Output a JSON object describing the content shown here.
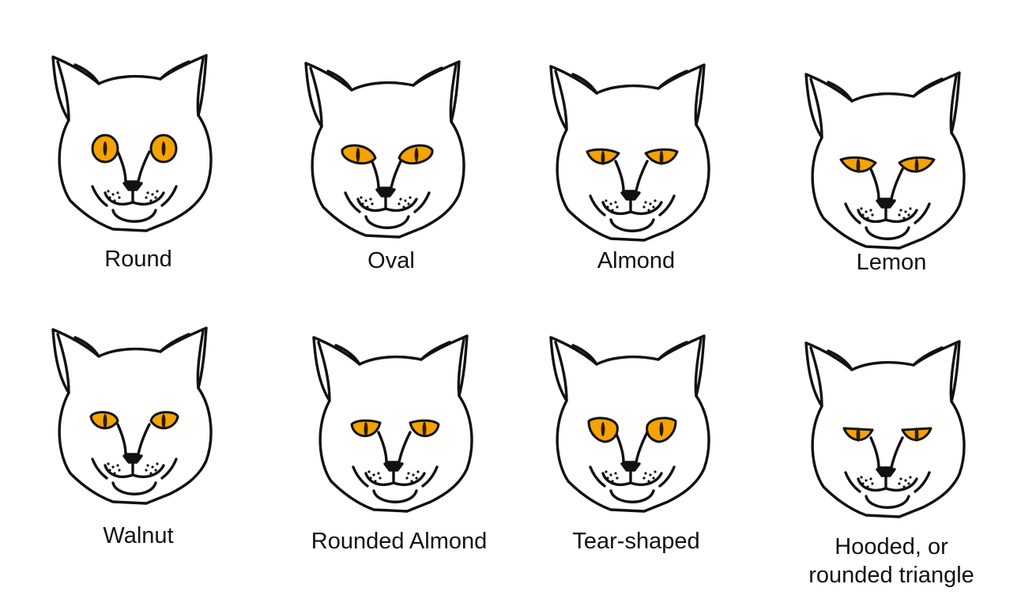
{
  "colors": {
    "iris": "#F5A300",
    "outline": "#111111",
    "face": "#ffffff",
    "pupil": "#2a1a00"
  },
  "faces": [
    {
      "label": "Round",
      "eye_shape": "round",
      "icon": "cat-face-round-eyes"
    },
    {
      "label": "Oval",
      "eye_shape": "oval",
      "icon": "cat-face-oval-eyes"
    },
    {
      "label": "Almond",
      "eye_shape": "almond",
      "icon": "cat-face-almond-eyes"
    },
    {
      "label": "Lemon",
      "eye_shape": "lemon",
      "icon": "cat-face-lemon-eyes"
    },
    {
      "label": "Walnut",
      "eye_shape": "walnut",
      "icon": "cat-face-walnut-eyes"
    },
    {
      "label": "Rounded Almond",
      "eye_shape": "rounded-almond",
      "icon": "cat-face-rounded-almond-eyes"
    },
    {
      "label": "Tear-shaped",
      "eye_shape": "tear",
      "icon": "cat-face-tear-shaped-eyes"
    },
    {
      "label": "Hooded, or\nrounded triangle",
      "eye_shape": "hooded",
      "icon": "cat-face-hooded-eyes"
    }
  ]
}
